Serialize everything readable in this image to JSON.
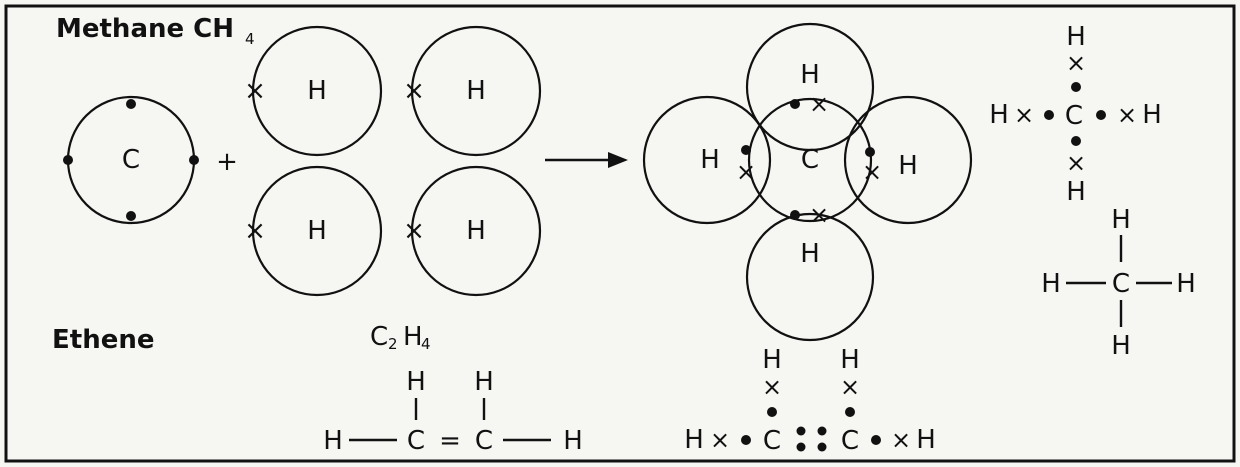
{
  "methane": {
    "title": "Methane CH",
    "title_sub": "4",
    "atom_c": "C",
    "atom_h": "H",
    "plus": "+",
    "cross": "×",
    "dot_formula": {
      "h": "H",
      "c": "C",
      "x": "×"
    },
    "structural": {
      "h": "H",
      "c": "C",
      "bond": "—",
      "vbond": "|"
    }
  },
  "ethene": {
    "title": "Ethene",
    "formula_c": "C",
    "formula_c_sub": "2",
    "formula_h": "H",
    "formula_h_sub": "4",
    "structural": {
      "h": "H",
      "c": "C",
      "double": "=",
      "bond": "—"
    },
    "dot_formula": {
      "h": "H",
      "c": "C",
      "x": "×"
    }
  }
}
